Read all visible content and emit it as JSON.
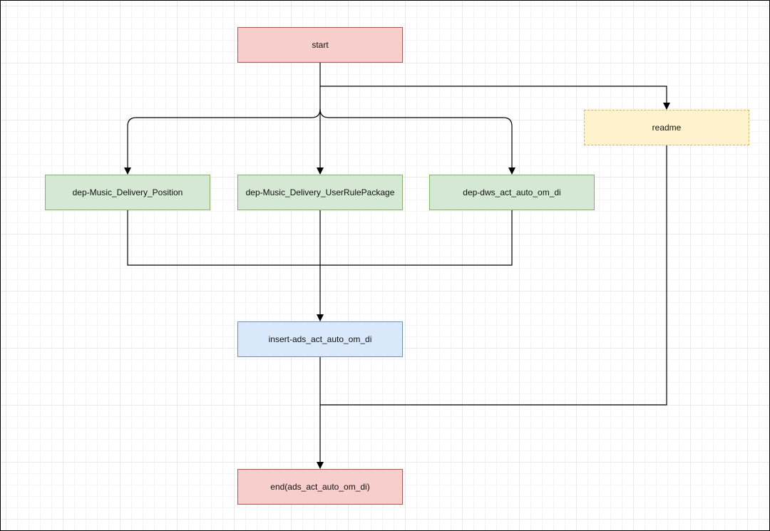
{
  "diagram": {
    "nodes": {
      "start": {
        "label": "start",
        "fill": "#f8cecc",
        "stroke": "#b85450"
      },
      "readme": {
        "label": "readme",
        "fill": "#fff2cc",
        "stroke": "#d6b656"
      },
      "position": {
        "label": "dep-Music_Delivery_Position",
        "fill": "#d5e8d4",
        "stroke": "#82b366"
      },
      "user_rule_package": {
        "label": "dep-Music_Delivery_UserRulePackage",
        "fill": "#d5e8d4",
        "stroke": "#82b366"
      },
      "dws": {
        "label": "dep-dws_act_auto_om_di",
        "fill": "#d5e8d4",
        "stroke": "#82b366"
      },
      "insert": {
        "label": "insert-ads_act_auto_om_di",
        "fill": "#dae8fc",
        "stroke": "#6c8ebf"
      },
      "end": {
        "label": "end(ads_act_auto_om_di)",
        "fill": "#f8cecc",
        "stroke": "#b85450"
      }
    },
    "edges": [
      {
        "from": "start",
        "to": "readme"
      },
      {
        "from": "start",
        "to": "position"
      },
      {
        "from": "start",
        "to": "user_rule_package"
      },
      {
        "from": "start",
        "to": "dws"
      },
      {
        "from": "position",
        "to": "insert"
      },
      {
        "from": "user_rule_package",
        "to": "insert"
      },
      {
        "from": "dws",
        "to": "insert"
      },
      {
        "from": "insert",
        "to": "end"
      },
      {
        "from": "readme",
        "to": "end"
      }
    ]
  }
}
